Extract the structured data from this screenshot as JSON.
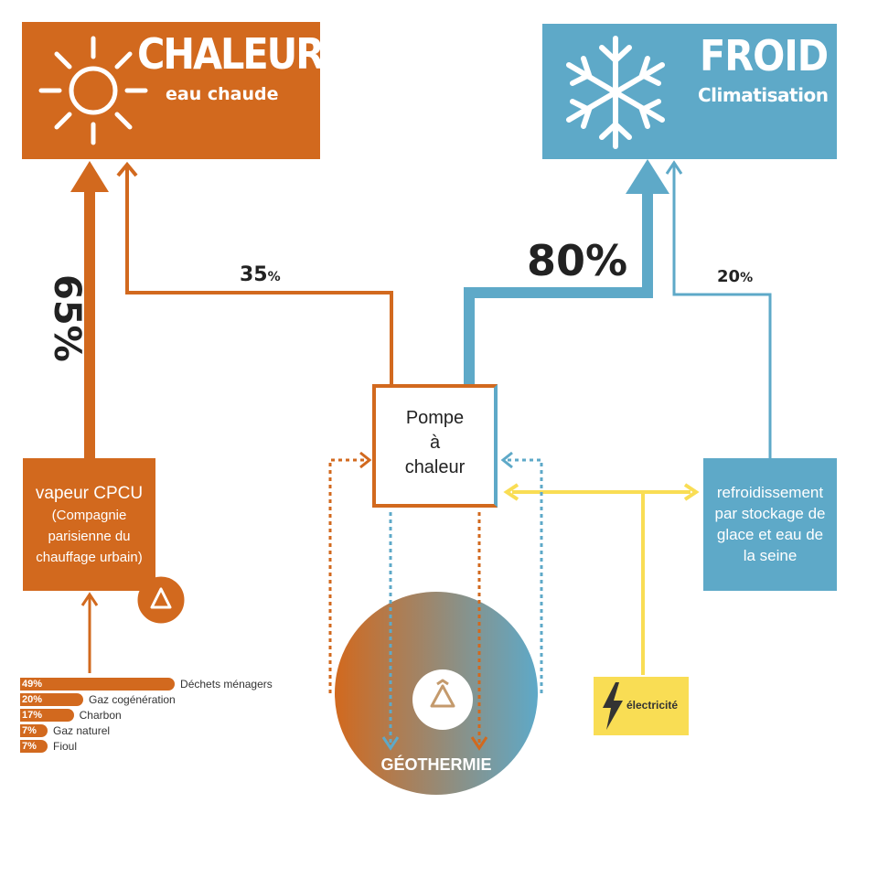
{
  "chaleur": {
    "title": "CHALEUR",
    "subtitle": "eau chaude",
    "color": "#d2691e",
    "icon": "sun-icon"
  },
  "froid": {
    "title": "FROID",
    "subtitle": "Climatisation",
    "color": "#5ea9c8",
    "icon": "snowflake-icon"
  },
  "flows": {
    "cpcu_to_chaleur": "65%",
    "pompe_to_chaleur_num": "35",
    "pompe_to_froid": "80%",
    "refroid_to_froid_num": "20",
    "percent_sign": "%"
  },
  "pompe": {
    "line1": "Pompe",
    "line2": "à",
    "line3": "chaleur"
  },
  "cpcu": {
    "title": "vapeur CPCU",
    "detail1": "(Compagnie",
    "detail2": "parisienne du",
    "detail3": "chauffage urbain)",
    "icon": "recycle-icon"
  },
  "refroidissement": {
    "line1": "refroidissement",
    "line2": "par stockage de",
    "line3": "glace et eau de",
    "line4": "la seine"
  },
  "geothermie": {
    "label": "GÉOTHERMIE",
    "icon": "recycle-icon"
  },
  "electricite": {
    "label": "électricité",
    "icon": "lightning-icon",
    "color": "#f9dd54"
  },
  "sources": [
    {
      "pct": "49%",
      "value": 49,
      "name": "Déchets ménagers"
    },
    {
      "pct": "20%",
      "value": 20,
      "name": "Gaz cogénération"
    },
    {
      "pct": "17%",
      "value": 17,
      "name": "Charbon"
    },
    {
      "pct": "7%",
      "value": 7,
      "name": "Gaz naturel"
    },
    {
      "pct": "7%",
      "value": 7,
      "name": "Fioul"
    }
  ]
}
